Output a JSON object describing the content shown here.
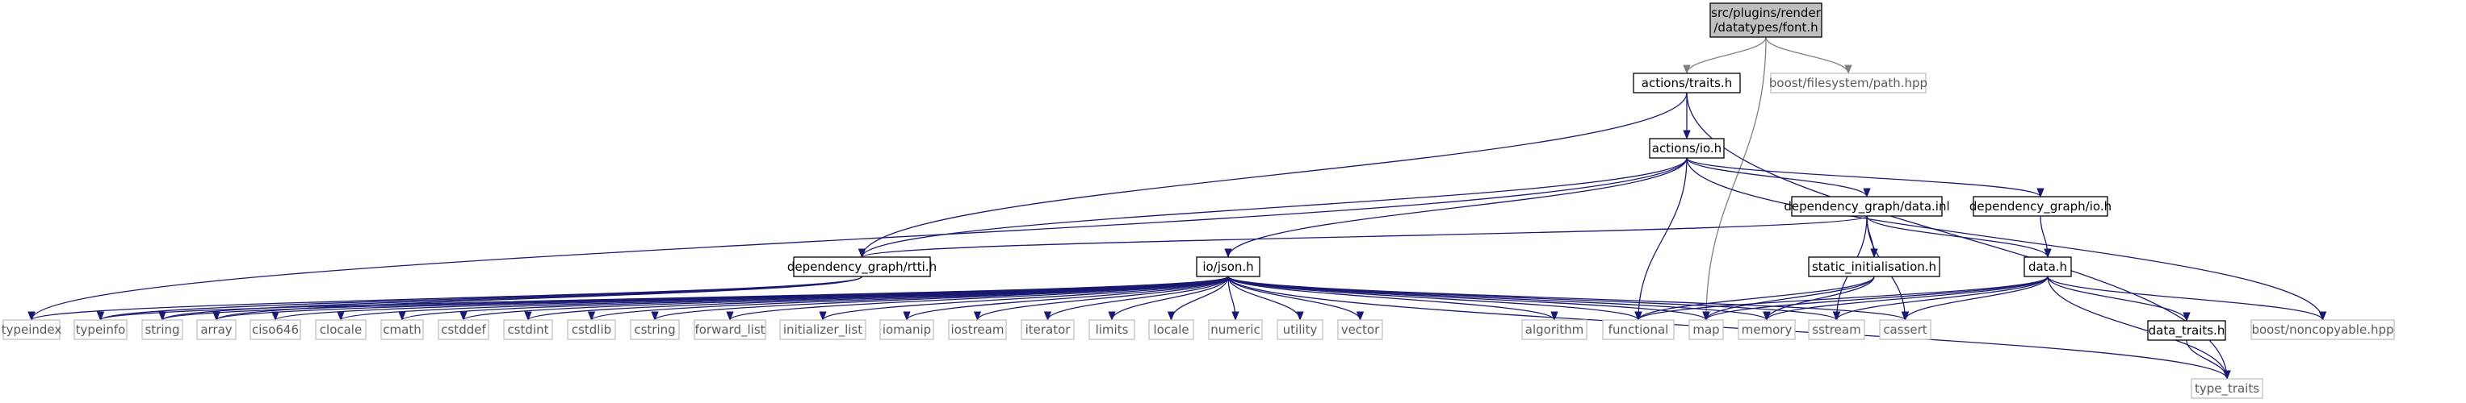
{
  "title": "src/plugins/render/datatypes/font.h",
  "colors": {
    "edge": "#191970",
    "edge_root": "#7f7f7f",
    "root_fill": "#bfbfbf",
    "box_border": "#000000",
    "external_border": "#bfbfbf",
    "box_fill": "#ffffff"
  },
  "nodes": {
    "font": {
      "lines": [
        "src/plugins/render",
        "/datatypes/font.h"
      ],
      "kind": "root"
    },
    "actions_traits": {
      "lines": [
        "actions/traits.h"
      ],
      "kind": "doc"
    },
    "boost_path": {
      "lines": [
        "boost/filesystem/path.hpp"
      ],
      "kind": "ext"
    },
    "actions_io": {
      "lines": [
        "actions/io.h"
      ],
      "kind": "doc"
    },
    "dg_data_inl": {
      "lines": [
        "dependency_graph/data.inl"
      ],
      "kind": "doc"
    },
    "dg_io": {
      "lines": [
        "dependency_graph/io.h"
      ],
      "kind": "doc"
    },
    "dg_rtti": {
      "lines": [
        "dependency_graph/rtti.h"
      ],
      "kind": "doc"
    },
    "io_json": {
      "lines": [
        "io/json.h"
      ],
      "kind": "doc"
    },
    "static_init": {
      "lines": [
        "static_initialisation.h"
      ],
      "kind": "doc"
    },
    "data_h": {
      "lines": [
        "data.h"
      ],
      "kind": "doc"
    },
    "data_traits": {
      "lines": [
        "data_traits.h"
      ],
      "kind": "doc"
    },
    "typeindex": {
      "lines": [
        "typeindex"
      ],
      "kind": "ext"
    },
    "typeinfo": {
      "lines": [
        "typeinfo"
      ],
      "kind": "ext"
    },
    "string": {
      "lines": [
        "string"
      ],
      "kind": "ext"
    },
    "array": {
      "lines": [
        "array"
      ],
      "kind": "ext"
    },
    "ciso646": {
      "lines": [
        "ciso646"
      ],
      "kind": "ext"
    },
    "clocale": {
      "lines": [
        "clocale"
      ],
      "kind": "ext"
    },
    "cmath": {
      "lines": [
        "cmath"
      ],
      "kind": "ext"
    },
    "cstddef": {
      "lines": [
        "cstddef"
      ],
      "kind": "ext"
    },
    "cstdint": {
      "lines": [
        "cstdint"
      ],
      "kind": "ext"
    },
    "cstdlib": {
      "lines": [
        "cstdlib"
      ],
      "kind": "ext"
    },
    "cstring": {
      "lines": [
        "cstring"
      ],
      "kind": "ext"
    },
    "forward_list": {
      "lines": [
        "forward_list"
      ],
      "kind": "ext"
    },
    "initializer_list": {
      "lines": [
        "initializer_list"
      ],
      "kind": "ext"
    },
    "iomanip": {
      "lines": [
        "iomanip"
      ],
      "kind": "ext"
    },
    "iostream": {
      "lines": [
        "iostream"
      ],
      "kind": "ext"
    },
    "iterator": {
      "lines": [
        "iterator"
      ],
      "kind": "ext"
    },
    "limits": {
      "lines": [
        "limits"
      ],
      "kind": "ext"
    },
    "locale": {
      "lines": [
        "locale"
      ],
      "kind": "ext"
    },
    "numeric": {
      "lines": [
        "numeric"
      ],
      "kind": "ext"
    },
    "utility": {
      "lines": [
        "utility"
      ],
      "kind": "ext"
    },
    "vector": {
      "lines": [
        "vector"
      ],
      "kind": "ext"
    },
    "algorithm": {
      "lines": [
        "algorithm"
      ],
      "kind": "ext"
    },
    "functional": {
      "lines": [
        "functional"
      ],
      "kind": "ext"
    },
    "map": {
      "lines": [
        "map"
      ],
      "kind": "ext"
    },
    "memory": {
      "lines": [
        "memory"
      ],
      "kind": "ext"
    },
    "sstream": {
      "lines": [
        "sstream"
      ],
      "kind": "ext"
    },
    "cassert": {
      "lines": [
        "cassert"
      ],
      "kind": "ext"
    },
    "boost_noncopyable": {
      "lines": [
        "boost/noncopyable.hpp"
      ],
      "kind": "ext"
    },
    "type_traits": {
      "lines": [
        "type_traits"
      ],
      "kind": "ext"
    }
  },
  "edges": [
    [
      "font",
      "actions_traits"
    ],
    [
      "font",
      "boost_path"
    ],
    [
      "font",
      "map"
    ],
    [
      "actions_traits",
      "actions_io"
    ],
    [
      "actions_traits",
      "dg_rtti"
    ],
    [
      "actions_traits",
      "type_traits"
    ],
    [
      "actions_io",
      "dg_data_inl"
    ],
    [
      "actions_io",
      "dg_io"
    ],
    [
      "actions_io",
      "dg_rtti"
    ],
    [
      "actions_io",
      "io_json"
    ],
    [
      "actions_io",
      "typeindex"
    ],
    [
      "actions_io",
      "functional"
    ],
    [
      "actions_io",
      "boost_noncopyable"
    ],
    [
      "dg_data_inl",
      "dg_rtti"
    ],
    [
      "dg_data_inl",
      "static_init"
    ],
    [
      "dg_data_inl",
      "data_h"
    ],
    [
      "dg_data_inl",
      "sstream"
    ],
    [
      "dg_data_inl",
      "cassert"
    ],
    [
      "dg_io",
      "data_h"
    ],
    [
      "dg_rtti",
      "typeindex"
    ],
    [
      "dg_rtti",
      "typeinfo"
    ],
    [
      "dg_rtti",
      "string"
    ],
    [
      "dg_rtti",
      "array"
    ],
    [
      "io_json",
      "typeinfo"
    ],
    [
      "io_json",
      "string"
    ],
    [
      "io_json",
      "array"
    ],
    [
      "io_json",
      "ciso646"
    ],
    [
      "io_json",
      "clocale"
    ],
    [
      "io_json",
      "cmath"
    ],
    [
      "io_json",
      "cstddef"
    ],
    [
      "io_json",
      "cstdint"
    ],
    [
      "io_json",
      "cstdlib"
    ],
    [
      "io_json",
      "cstring"
    ],
    [
      "io_json",
      "forward_list"
    ],
    [
      "io_json",
      "initializer_list"
    ],
    [
      "io_json",
      "iomanip"
    ],
    [
      "io_json",
      "iostream"
    ],
    [
      "io_json",
      "iterator"
    ],
    [
      "io_json",
      "limits"
    ],
    [
      "io_json",
      "locale"
    ],
    [
      "io_json",
      "numeric"
    ],
    [
      "io_json",
      "utility"
    ],
    [
      "io_json",
      "vector"
    ],
    [
      "io_json",
      "algorithm"
    ],
    [
      "io_json",
      "functional"
    ],
    [
      "io_json",
      "map"
    ],
    [
      "io_json",
      "memory"
    ],
    [
      "io_json",
      "sstream"
    ],
    [
      "io_json",
      "cassert"
    ],
    [
      "io_json",
      "type_traits"
    ],
    [
      "static_init",
      "functional"
    ],
    [
      "static_init",
      "map"
    ],
    [
      "static_init",
      "memory"
    ],
    [
      "data_h",
      "functional"
    ],
    [
      "data_h",
      "map"
    ],
    [
      "data_h",
      "memory"
    ],
    [
      "data_h",
      "sstream"
    ],
    [
      "data_h",
      "cassert"
    ],
    [
      "data_h",
      "data_traits"
    ],
    [
      "data_h",
      "boost_noncopyable"
    ],
    [
      "data_h",
      "type_traits"
    ],
    [
      "data_traits",
      "type_traits"
    ]
  ]
}
